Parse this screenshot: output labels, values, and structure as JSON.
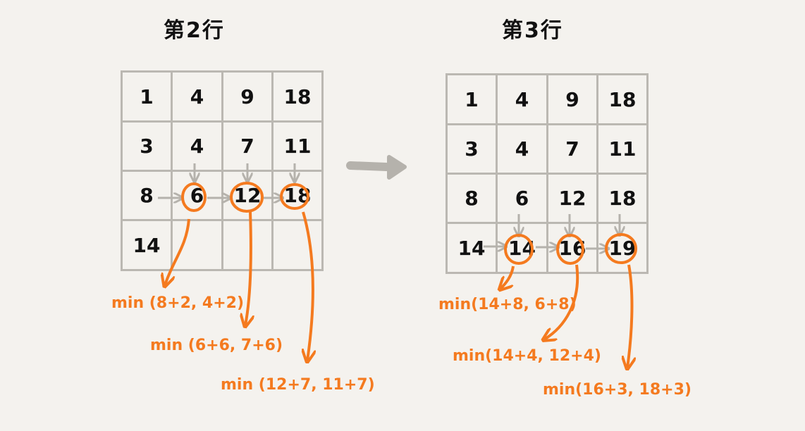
{
  "colors": {
    "background": "#f4f2ee",
    "grid": "#bbb8b2",
    "highlight": "#f47a1f",
    "arrow_gray": "#b5b2ac",
    "text": "#111111"
  },
  "panels": [
    {
      "title": "第2行",
      "rows": [
        [
          "1",
          "4",
          "9",
          "18"
        ],
        [
          "3",
          "4",
          "7",
          "11"
        ],
        [
          "8",
          "6",
          "12",
          "18"
        ],
        [
          "14",
          "",
          "",
          ""
        ]
      ],
      "highlighted_row": 2,
      "formulas": [
        "min (8+2, 4+2)",
        "min (6+6, 7+6)",
        "min (12+7, 11+7)"
      ]
    },
    {
      "title": "第3行",
      "rows": [
        [
          "1",
          "4",
          "9",
          "18"
        ],
        [
          "3",
          "4",
          "7",
          "11"
        ],
        [
          "8",
          "6",
          "12",
          "18"
        ],
        [
          "14",
          "14",
          "16",
          "19"
        ]
      ],
      "highlighted_row": 3,
      "formulas": [
        "min(14+8, 6+8)",
        "min(14+4, 12+4)",
        "min(16+3, 18+3)"
      ]
    }
  ],
  "transition_arrow": "arrow-right"
}
